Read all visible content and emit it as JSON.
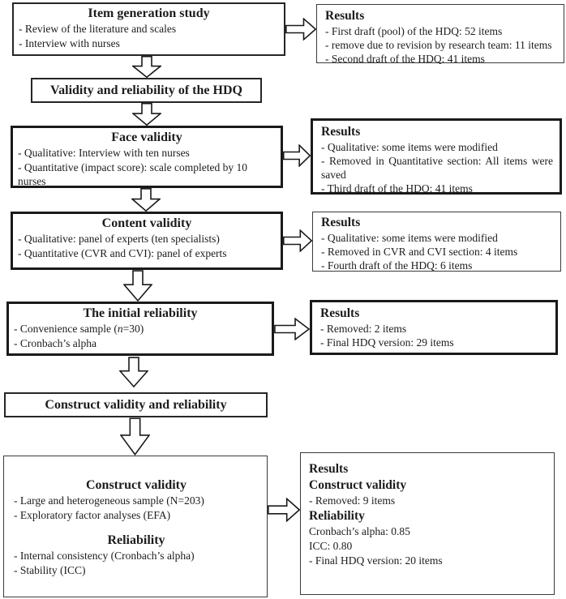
{
  "colors": {
    "line": "#1a1a1a",
    "background": "#ffffff"
  },
  "flowchart": {
    "item_generation": {
      "title": "Item generation study",
      "lines": [
        "- Review of the literature and scales",
        "- Interview with nurses"
      ]
    },
    "results_item_generation": {
      "heading": "Results",
      "lines": [
        "- First draft (pool) of the HDQ: 52 items",
        "- remove due to revision by research team: 11 items",
        "- Second draft of the HDQ: 41 items"
      ]
    },
    "validity_reliability_banner": {
      "title": "Validity and reliability of the HDQ"
    },
    "face_validity": {
      "title": "Face validity",
      "lines": [
        "- Qualitative: Interview with ten nurses",
        "- Quantitative (impact score): scale completed by 10 nurses"
      ]
    },
    "results_face_validity": {
      "heading": "Results",
      "lines": [
        "- Qualitative: some items were modified",
        "- Removed in Quantitative section: All items were saved",
        "- Third draft of the HDQ: 41 items"
      ]
    },
    "content_validity": {
      "title": "Content validity",
      "lines": [
        "- Qualitative: panel of experts (ten specialists)",
        "- Quantitative (CVR and CVI): panel of experts"
      ]
    },
    "results_content_validity": {
      "heading": "Results",
      "lines": [
        "- Qualitative: some items were modified",
        "- Removed in CVR and CVI section: 4 items",
        "- Fourth draft of the HDQ: 6 items"
      ]
    },
    "initial_reliability": {
      "title": "The initial reliability",
      "line1_prefix": "- Convenience sample (",
      "line1_italic": "n",
      "line1_suffix": "=30)",
      "line2": "- Cronbach’s alpha"
    },
    "results_initial_reliability": {
      "heading": "Results",
      "lines": [
        "- Removed: 2 items",
        "- Final HDQ version: 29 items"
      ]
    },
    "construct_banner": {
      "title": "Construct validity and reliability"
    },
    "construct_block": {
      "section1_title": "Construct validity",
      "section1_lines": [
        "- Large and heterogeneous sample (N=203)",
        "- Exploratory factor analyses (EFA)"
      ],
      "section2_title": "Reliability",
      "section2_lines": [
        "- Internal consistency (Cronbach’s alpha)",
        "- Stability (ICC)"
      ]
    },
    "results_construct": {
      "heading": "Results",
      "section1_title": "Construct validity",
      "section1_lines": [
        "- Removed: 9 items"
      ],
      "section2_title": "Reliability",
      "section2_lines": [
        "Cronbach’s alpha: 0.85",
        "ICC: 0.80",
        "- Final HDQ version: 20 items"
      ]
    }
  }
}
